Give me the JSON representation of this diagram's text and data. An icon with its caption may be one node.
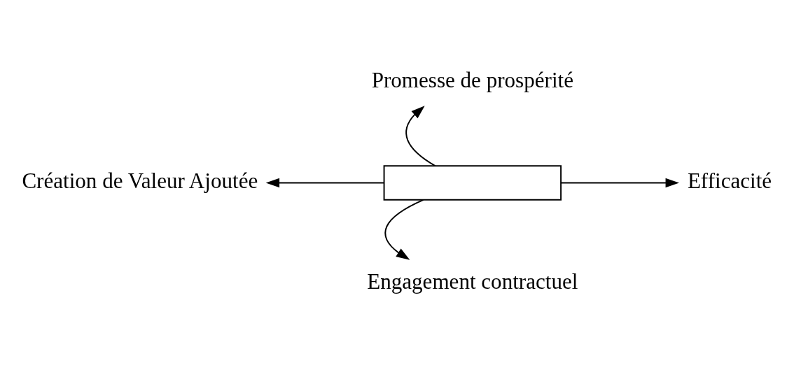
{
  "diagram": {
    "nodes": [
      {
        "text": [
          "Promesse de prospérité"
        ]
      },
      {
        "text": [
          "Création de Valeur Ajoutée"
        ]
      },
      {
        "text": [],
        "shape": "box"
      },
      {
        "text": [
          "Efficacité"
        ]
      },
      {
        "text": [
          "Engagement contractuel"
        ]
      }
    ],
    "edges": [
      {
        "from": 2,
        "to": 0,
        "arrow": "to"
      },
      {
        "from": 2,
        "to": 1,
        "arrow": "to"
      },
      {
        "from": 2,
        "to": 3,
        "arrow": "to"
      },
      {
        "from": 2,
        "to": 4,
        "arrow": "to"
      }
    ]
  }
}
